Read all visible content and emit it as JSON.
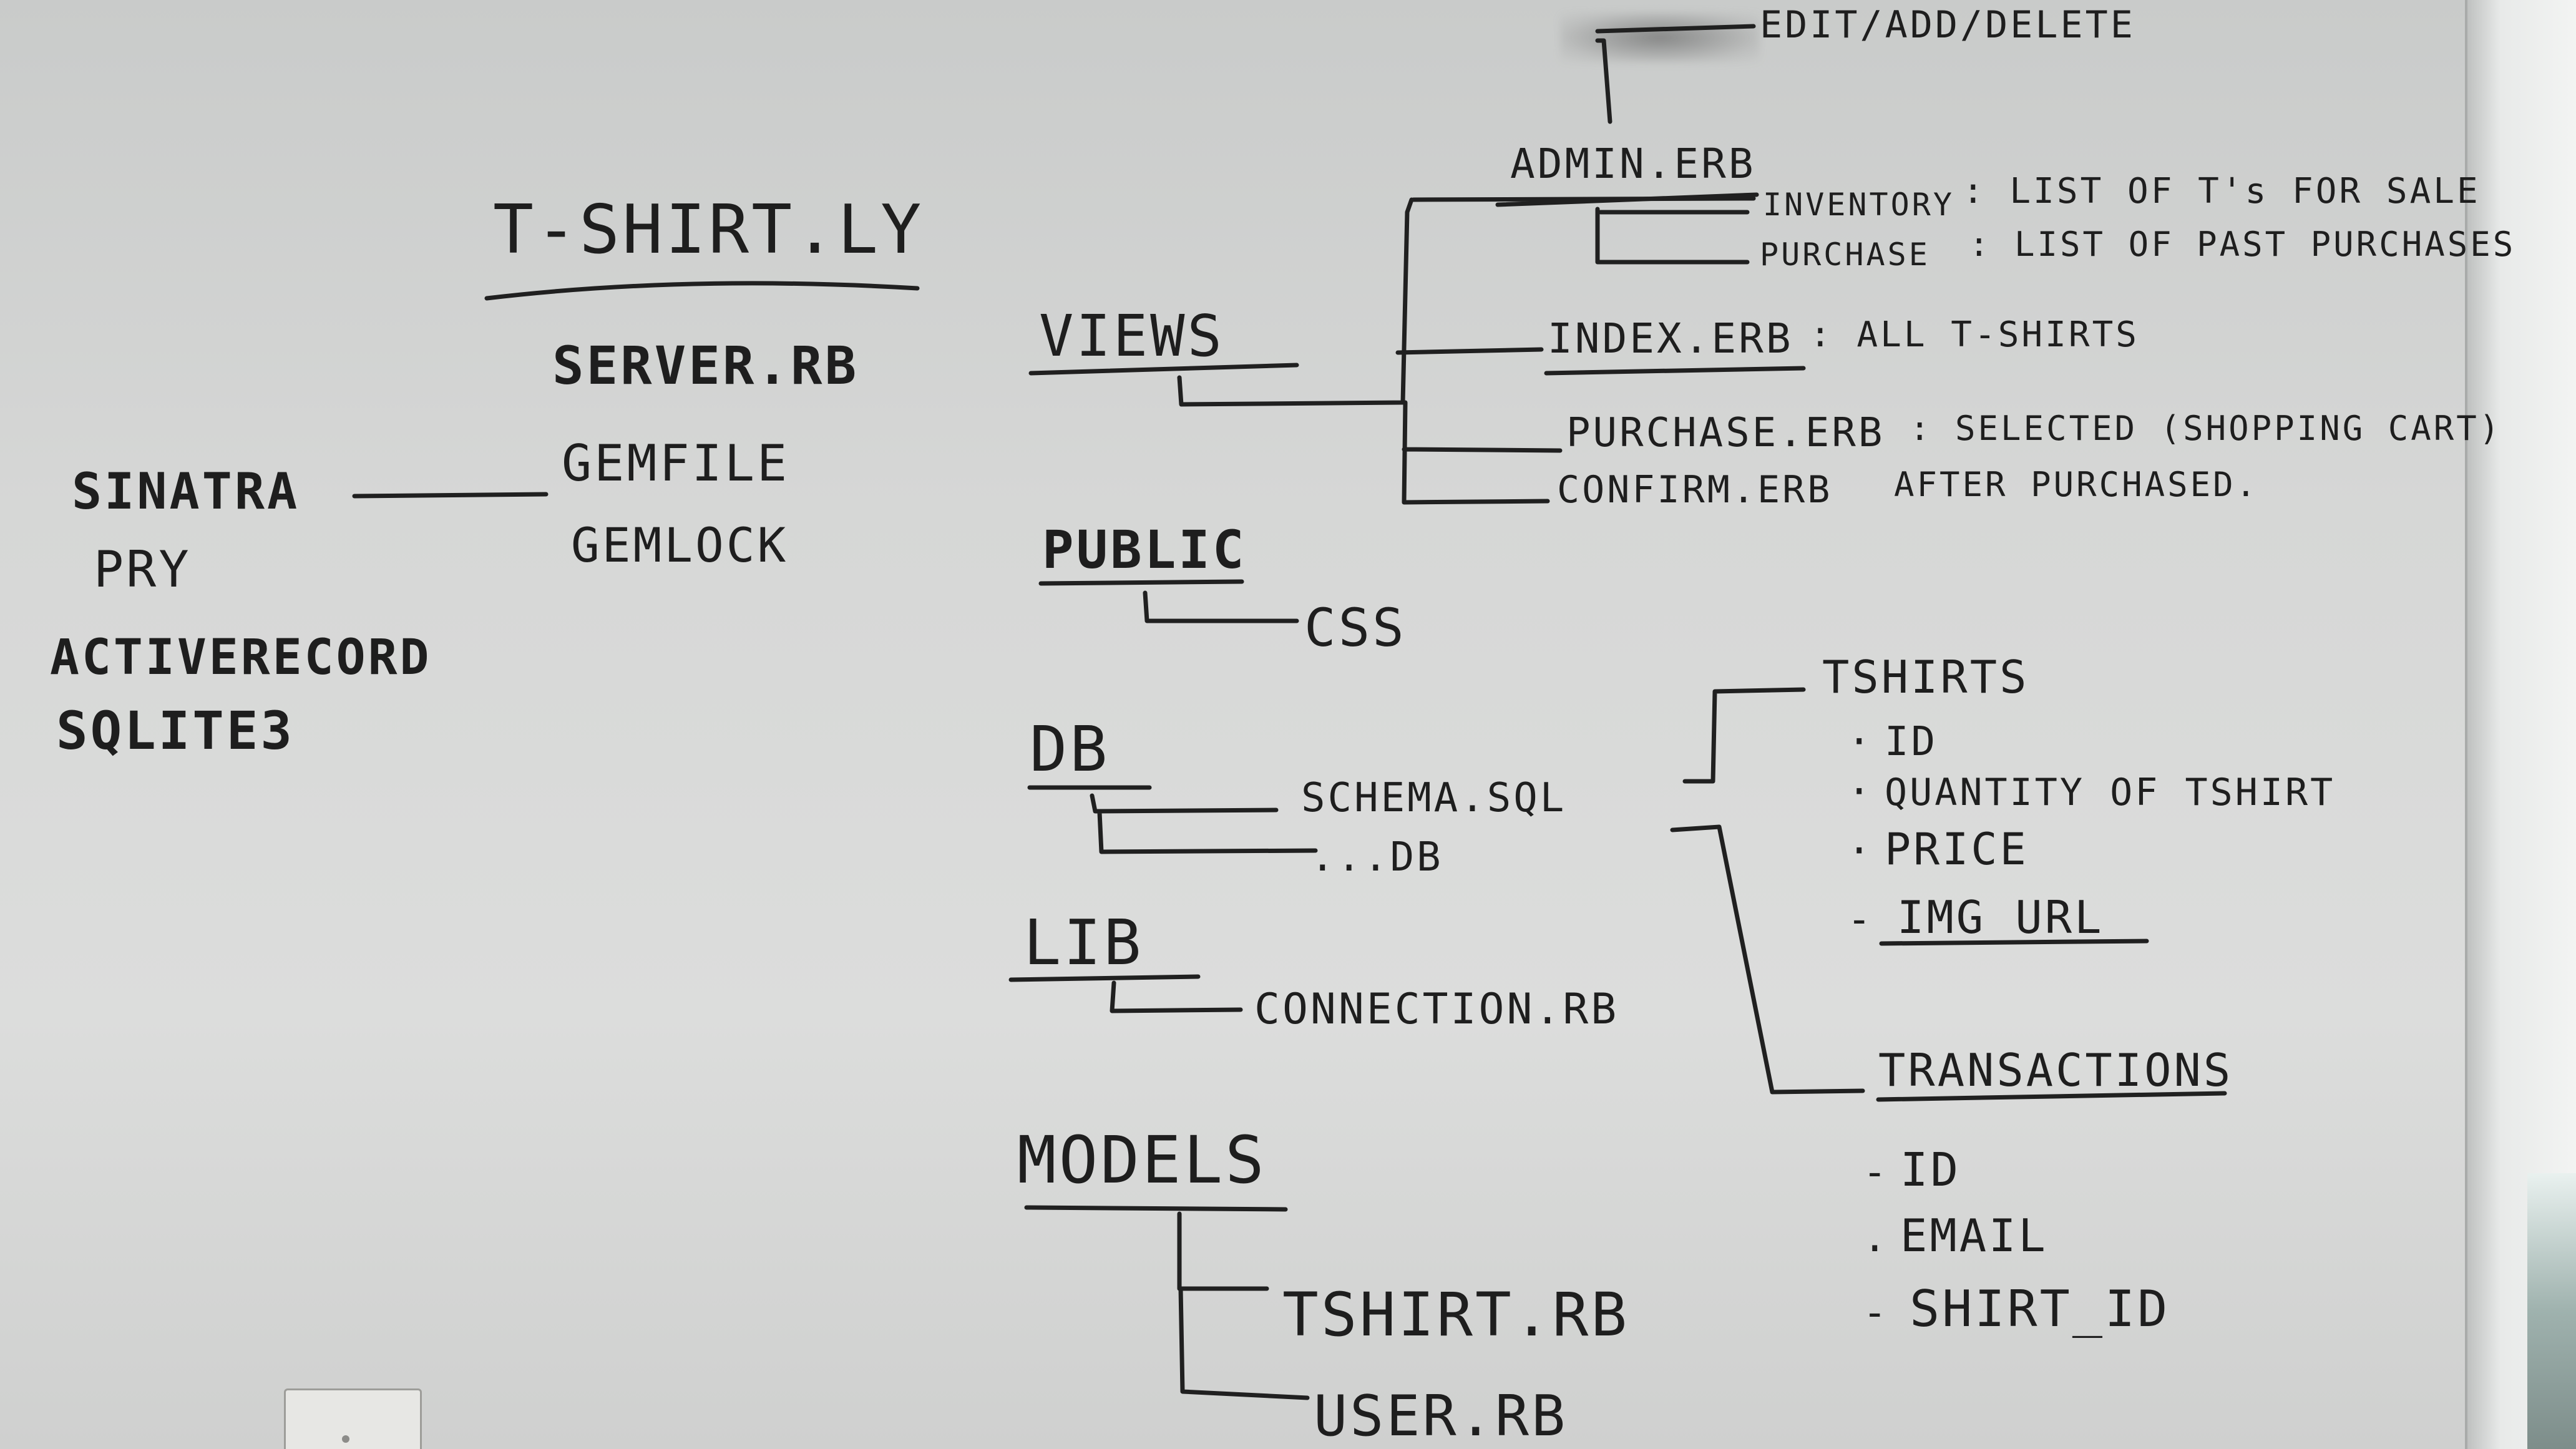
{
  "project": {
    "title": "T-SHIRT.LY"
  },
  "root_files": {
    "server": "SERVER.RB",
    "gemfile": "GEMFILE",
    "gemlock": "GEMLOCK"
  },
  "gems": [
    "SINATRA",
    "PRY",
    "ACTIVERECORD",
    "SQLITE3"
  ],
  "views": {
    "label": "VIEWS",
    "admin": {
      "file": "ADMIN.ERB",
      "action": "EDIT/ADD/DELETE",
      "children": [
        {
          "name": "INVENTORY",
          "desc": ": LIST OF T's FOR SALE"
        },
        {
          "name": "PURCHASE",
          "desc": ": LIST OF PAST PURCHASES"
        }
      ]
    },
    "files": [
      {
        "name": "INDEX.ERB",
        "desc": ": ALL T-SHIRTS"
      },
      {
        "name": "PURCHASE.ERB",
        "desc": ": SELECTED (SHOPPING CART)"
      },
      {
        "name": "CONFIRM.ERB",
        "desc": "AFTER PURCHASED."
      }
    ]
  },
  "public": {
    "label": "PUBLIC",
    "children": [
      "CSS"
    ]
  },
  "db": {
    "label": "DB",
    "children": [
      "SCHEMA.SQL",
      "...DB"
    ],
    "tables": [
      {
        "name": "TSHIRTS",
        "fields": [
          "ID",
          "QUANTITY OF TSHIRT",
          "PRICE",
          "IMG URL"
        ]
      },
      {
        "name": "TRANSACTIONS",
        "fields": [
          "ID",
          "EMAIL",
          "SHIRT_ID"
        ]
      }
    ]
  },
  "lib": {
    "label": "LIB",
    "children": [
      "CONNECTION.RB"
    ]
  },
  "models": {
    "label": "MODELS",
    "children": [
      "TSHIRT.RB",
      "USER.RB"
    ]
  }
}
